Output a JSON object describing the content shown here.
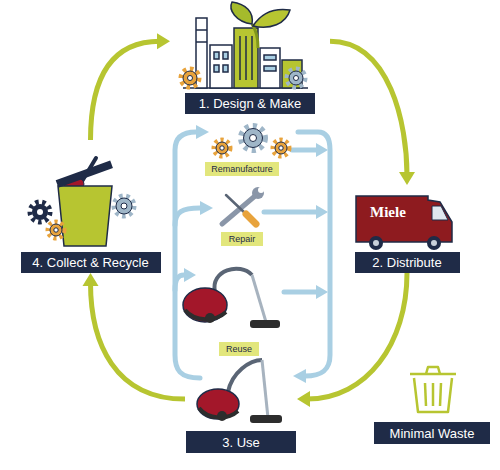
{
  "diagram": {
    "nodes": [
      {
        "text": [
          "1. Design & Make"
        ]
      },
      {
        "text": [
          "Remanufacture"
        ]
      },
      {
        "text": [
          "Repair"
        ]
      },
      {
        "text": [
          "4. Collect & Recycle"
        ]
      },
      {
        "text": [
          "2. Distribute"
        ]
      },
      {
        "text": [
          "Reuse"
        ]
      },
      {
        "text": [
          "Minimal Waste"
        ]
      },
      {
        "text": [
          "3. Use"
        ]
      }
    ],
    "edges": [
      {
        "from": 0,
        "to": 4,
        "arrow": "to"
      },
      {
        "from": 4,
        "to": 7,
        "arrow": "to"
      },
      {
        "from": 7,
        "to": 3,
        "arrow": "to"
      },
      {
        "from": 3,
        "to": 0,
        "arrow": "to"
      }
    ],
    "labels": [
      "Miele"
    ]
  }
}
